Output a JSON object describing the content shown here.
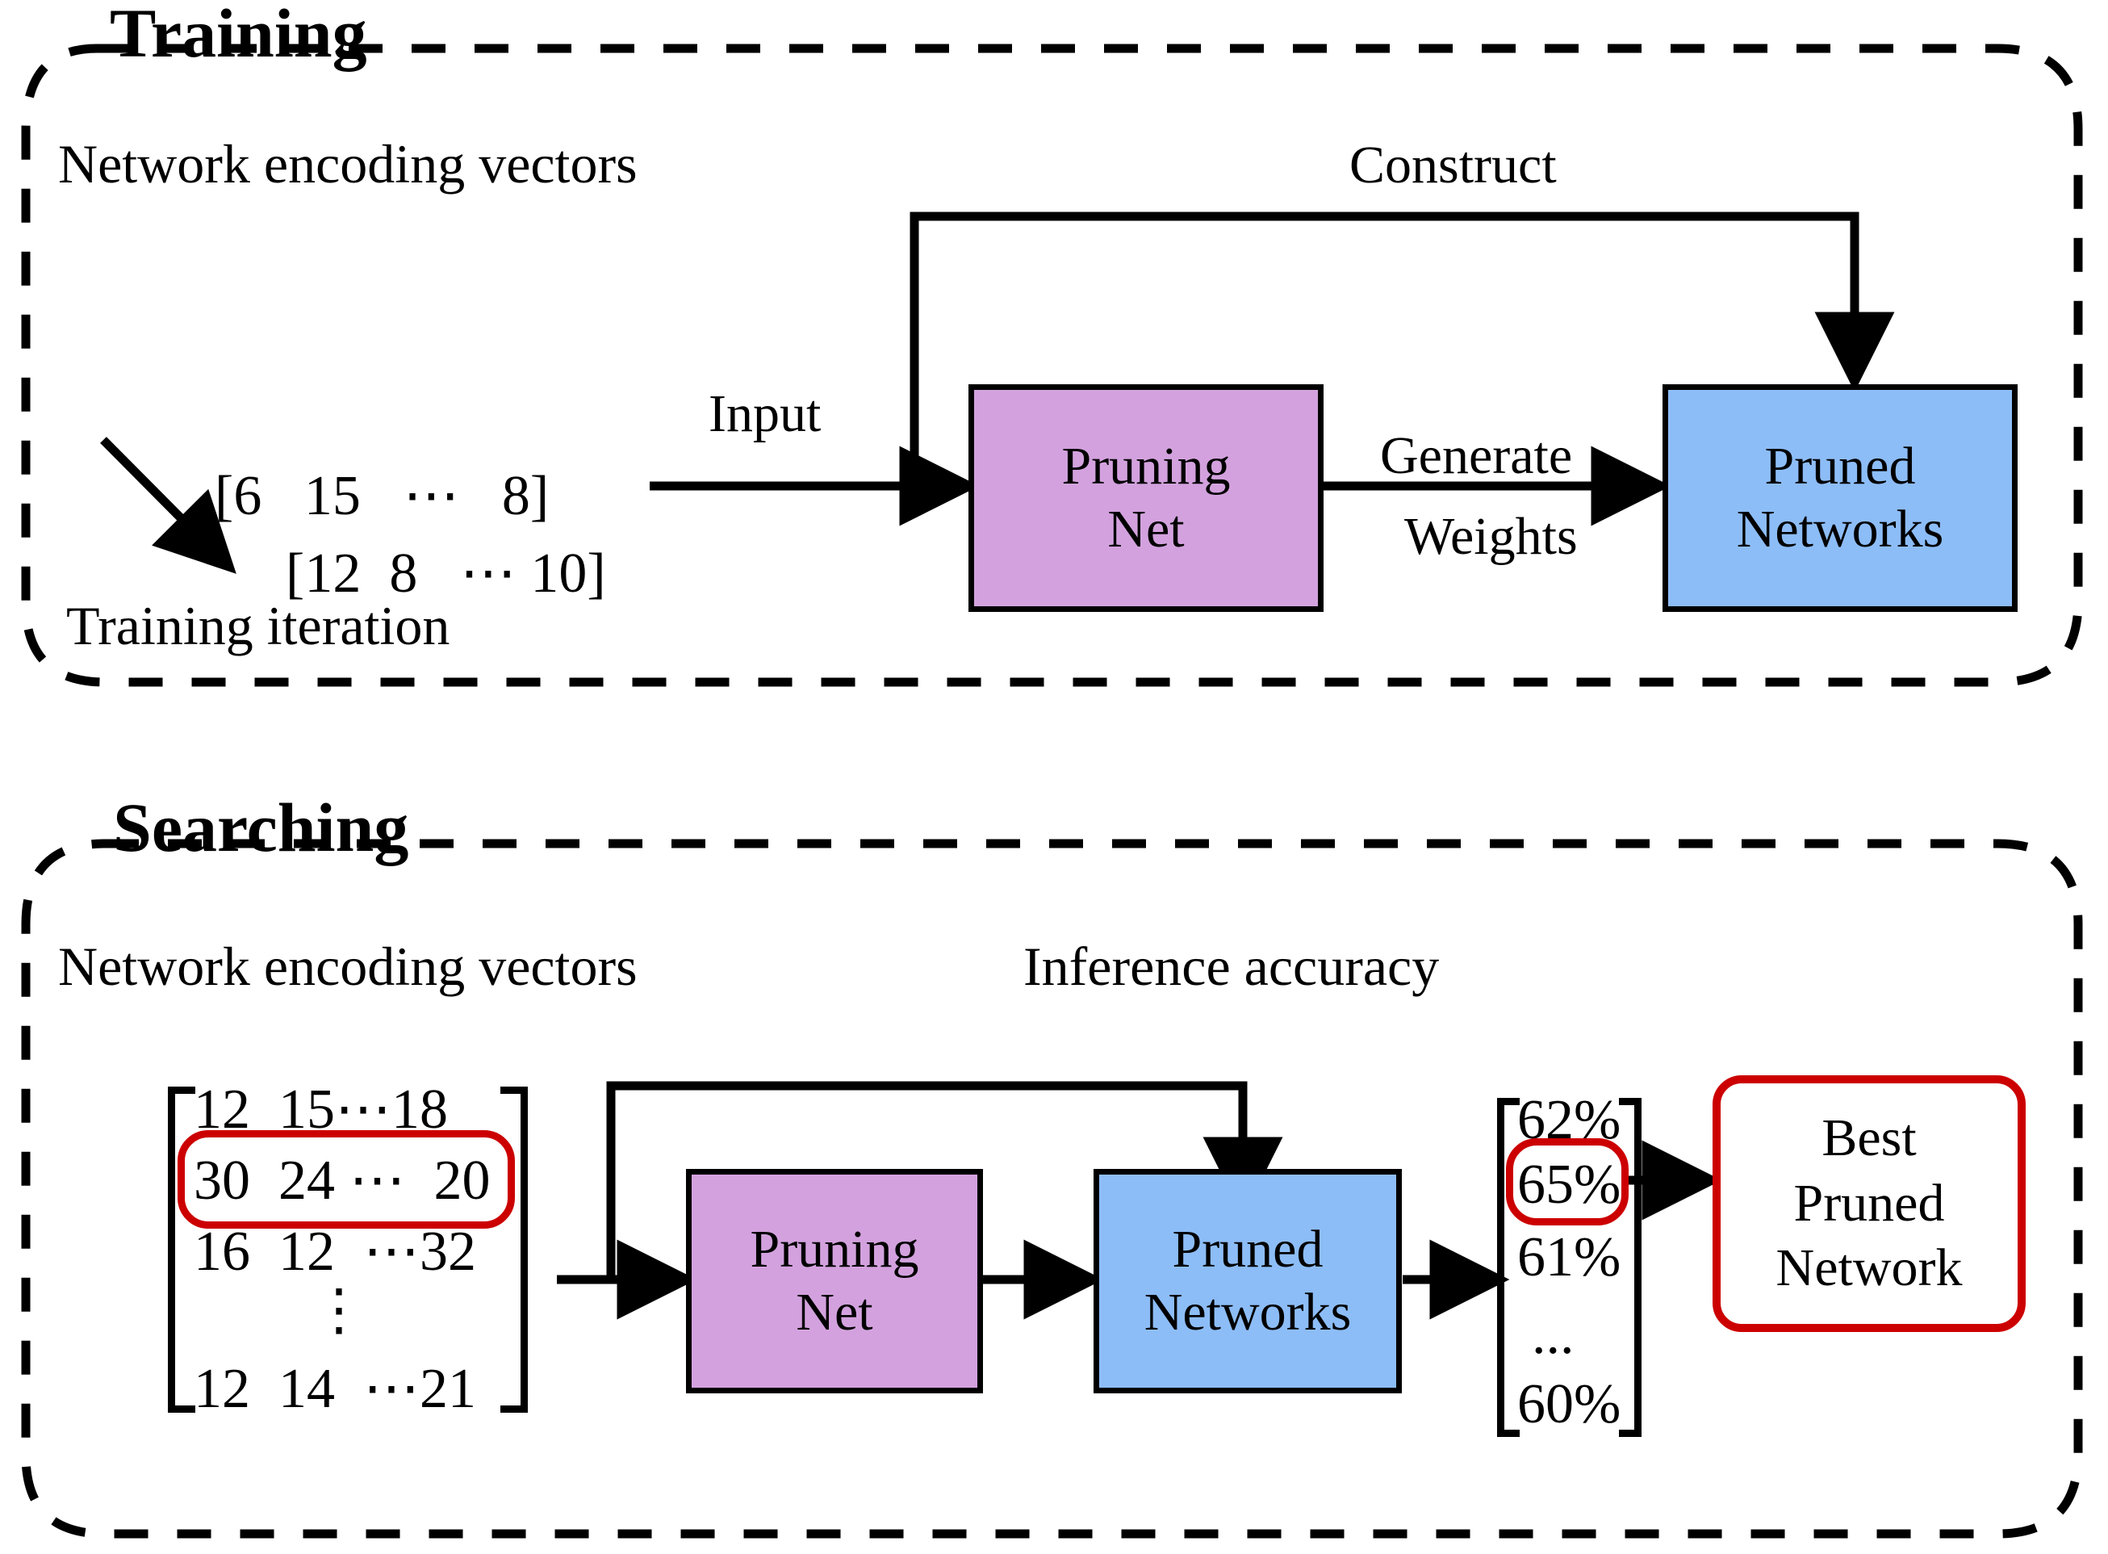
{
  "figure": {
    "type": "diagram",
    "description": "Two-stage pipeline diagram: Training and Searching"
  },
  "training": {
    "title": "Training",
    "caption": "Network encoding vectors",
    "iteration_label": "Training iteration",
    "vectors": [
      {
        "open": "[",
        "cells": "6   15   ⋯   8",
        "close": "]"
      },
      {
        "open": "[",
        "cells": "12  8   ⋯ 10",
        "close": "]"
      }
    ],
    "edges": {
      "input": "Input",
      "construct": "Construct",
      "generate_weights_line1": "Generate",
      "generate_weights_line2": "Weights"
    },
    "boxes": {
      "pruning_net_line1": "Pruning",
      "pruning_net_line2": "Net",
      "pruned_networks_line1": "Pruned",
      "pruned_networks_line2": "Networks"
    }
  },
  "searching": {
    "title": "Searching",
    "caption": "Network encoding vectors",
    "edges": {
      "inference_accuracy": "Inference accuracy"
    },
    "matrix": {
      "rows": [
        "12  15⋯18",
        "30  24 ⋯  20",
        "16  12  ⋯32",
        "⋮",
        "12  14  ⋯21"
      ],
      "highlighted_row_index": 1
    },
    "boxes": {
      "pruning_net_line1": "Pruning",
      "pruning_net_line2": "Net",
      "pruned_networks_line1": "Pruned",
      "pruned_networks_line2": "Networks",
      "best_line1": "Best",
      "best_line2": "Pruned",
      "best_line3": "Network"
    },
    "accuracies": {
      "rows": [
        "62%",
        "65%",
        "61%",
        "...",
        "60%"
      ],
      "highlighted_row_index": 1
    }
  },
  "colors": {
    "pruning_net_fill": "#d3a2de",
    "pruned_networks_fill": "#8dbdf7",
    "highlight_red": "#cc0000",
    "stroke": "#000000",
    "background": "#ffffff"
  }
}
